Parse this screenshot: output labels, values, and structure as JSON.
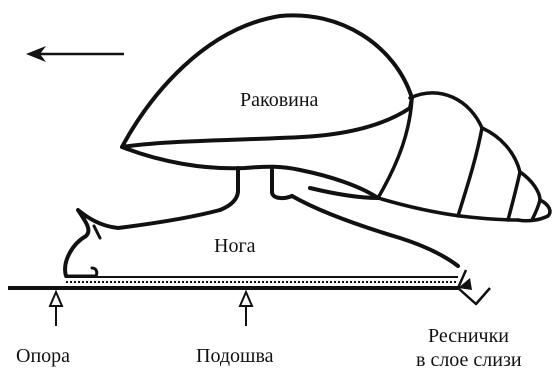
{
  "labels": {
    "shell": "Раковина",
    "foot": "Нога",
    "support": "Опора",
    "sole": "Подошва",
    "cilia_line1": "Реснички",
    "cilia_line2": "в слое слизи"
  },
  "colors": {
    "ink": "#111111",
    "background": "#ffffff"
  },
  "icons": {
    "direction": "arrow-left-icon",
    "support_pointer": "hollow-arrow-up-icon",
    "sole_pointer": "hollow-arrow-up-icon",
    "cilia_pointer": "arrow-left-icon"
  }
}
